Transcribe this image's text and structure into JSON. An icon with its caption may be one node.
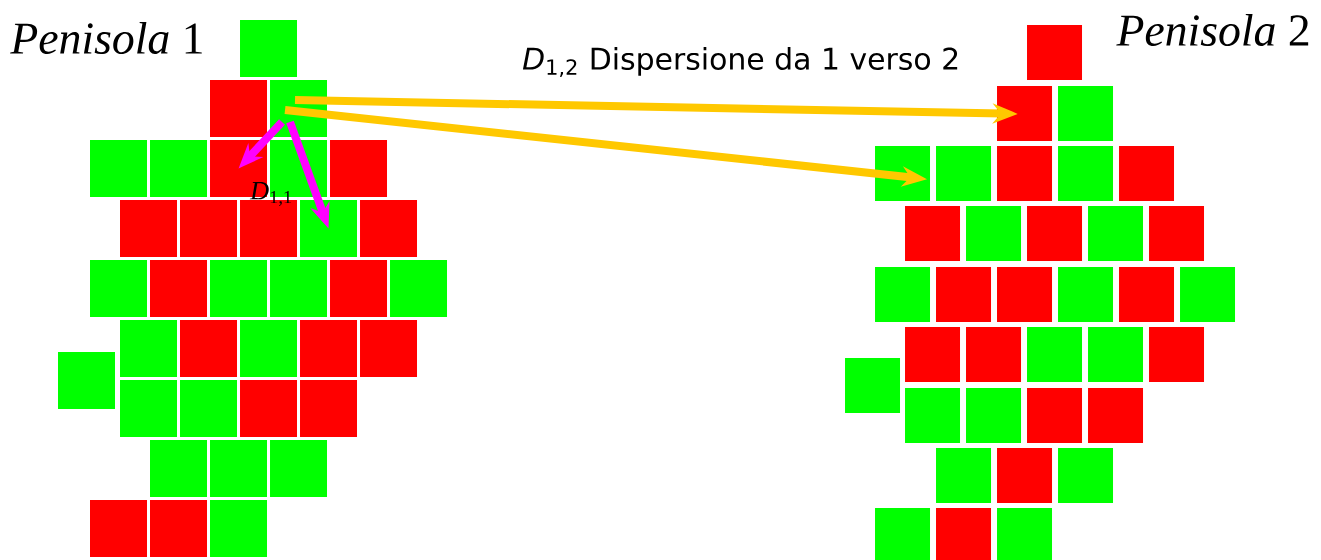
{
  "diagram": {
    "nodes": [
      {
        "text": [],
        "shape": "box"
      },
      {
        "text": [],
        "shape": "box"
      },
      {
        "text": [],
        "shape": "box"
      },
      {
        "text": [],
        "shape": "box"
      },
      {
        "text": [],
        "shape": "box"
      }
    ],
    "edges": [
      {
        "from": 0,
        "to": 3,
        "arrow": "to",
        "color": "#ffc800",
        "label": "*D*$_{1,2}$ Dispersione da 1 verso 2"
      },
      {
        "from": 0,
        "to": 4,
        "arrow": "to",
        "color": "#ffc800"
      },
      {
        "from": 0,
        "to": 1,
        "arrow": "to",
        "color": "#ff00ff",
        "label": "*D*$_{1,1}$"
      },
      {
        "from": 0,
        "to": 2,
        "arrow": "to",
        "color": "#ff00ff"
      }
    ],
    "labels": [
      "*Penisola* 1",
      "*Penisola* 2"
    ]
  }
}
